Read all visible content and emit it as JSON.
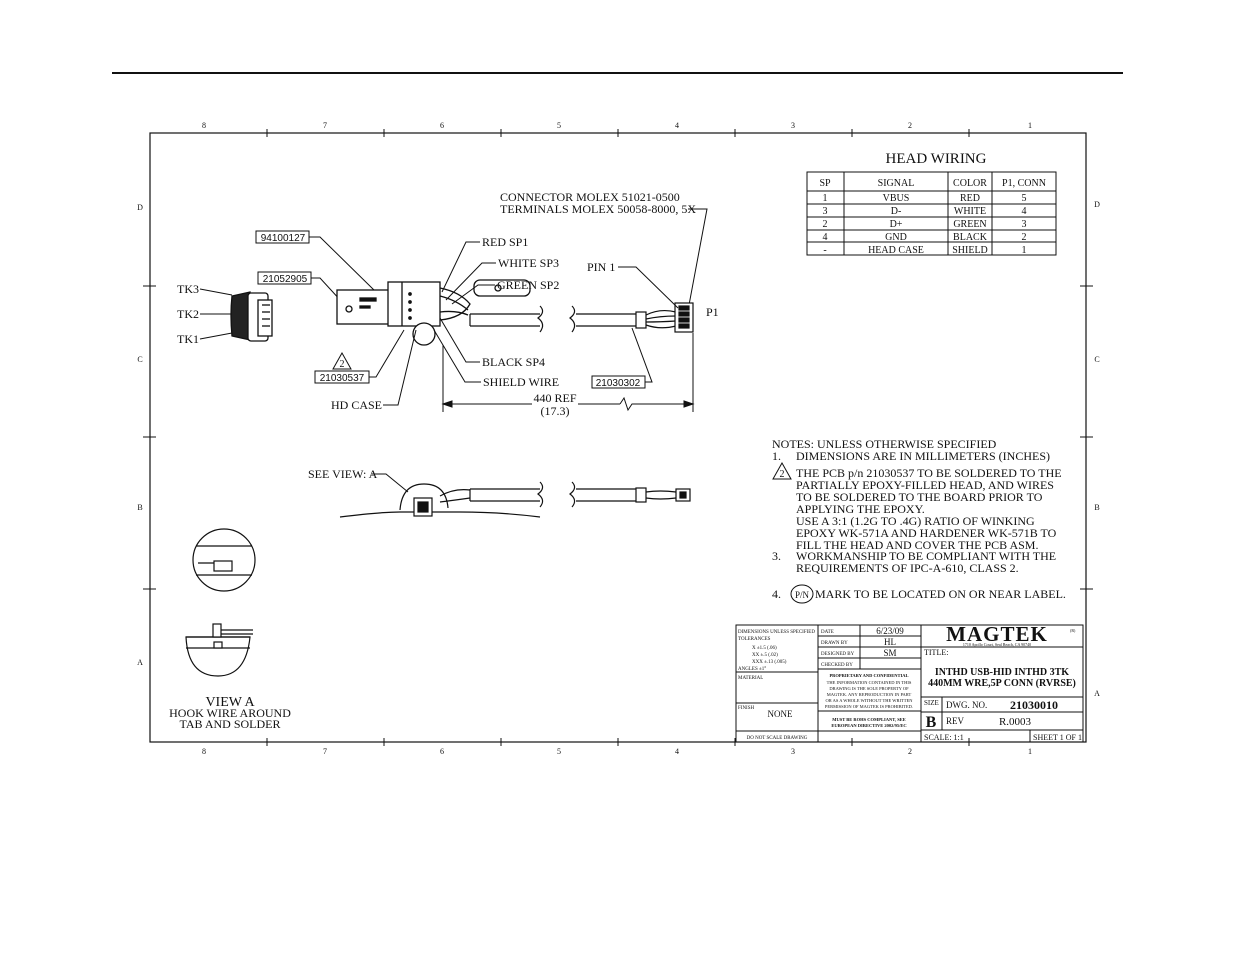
{
  "zones": {
    "top": [
      "8",
      "7",
      "6",
      "5",
      "4",
      "3",
      "2",
      "1"
    ],
    "bottom": [
      "8",
      "7",
      "6",
      "5",
      "4",
      "3",
      "2",
      "1"
    ],
    "left": [
      "D",
      "C",
      "B",
      "A"
    ],
    "right": [
      "D",
      "C",
      "B",
      "A"
    ]
  },
  "head_wiring": {
    "title": "HEAD WIRING",
    "columns": [
      "SP",
      "SIGNAL",
      "COLOR",
      "P1, CONN"
    ],
    "rows": [
      [
        "1",
        "VBUS",
        "RED",
        "5"
      ],
      [
        "3",
        "D-",
        "WHITE",
        "4"
      ],
      [
        "2",
        "D+",
        "GREEN",
        "3"
      ],
      [
        "4",
        "GND",
        "BLACK",
        "2"
      ],
      [
        "-",
        "HEAD CASE",
        "SHIELD",
        "1"
      ]
    ]
  },
  "callouts": {
    "connector_line1": "CONNECTOR MOLEX 51021-0500",
    "connector_line2": "TERMINALS MOLEX 50058-8000, 5X",
    "part_94100127": "94100127",
    "part_21052905": "21052905",
    "part_21030537": "21030537",
    "part_21030302": "21030302",
    "tk3": "TK3",
    "tk2": "TK2",
    "tk1": "TK1",
    "red_sp1": "RED SP1",
    "white_sp3": "WHITE SP3",
    "green_sp2": "GREEN SP2",
    "black_sp4": "BLACK SP4",
    "shield_wire": "SHIELD WIRE",
    "hd_case": "HD CASE",
    "pin1": "PIN 1",
    "p1": "P1",
    "dim_ref": "440 REF",
    "dim_inch": "(17.3)",
    "rev_triangle": "2",
    "see_view": "SEE VIEW: A"
  },
  "view_a": {
    "title": "VIEW A",
    "line1": "HOOK WIRE AROUND",
    "line2": "TAB AND SOLDER"
  },
  "notes": {
    "header": "NOTES: UNLESS OTHERWISE SPECIFIED",
    "n1_num": "1.",
    "n1": "DIMENSIONS ARE IN MILLIMETERS (INCHES)",
    "n2_tri": "2",
    "n2_l1": "THE PCB p/n 21030537 TO BE SOLDERED TO THE",
    "n2_l2": "PARTIALLY EPOXY-FILLED HEAD, AND WIRES",
    "n2_l3": "TO BE SOLDERED TO THE BOARD PRIOR TO",
    "n2_l4": "APPLYING THE EPOXY.",
    "n2_l5": "USE A 3:1 (1.2G TO .4G) RATIO OF WINKING",
    "n2_l6": "EPOXY WK-571A AND HARDENER WK-571B TO",
    "n2_l7": "FILL THE HEAD AND COVER THE PCB ASM.",
    "n3_num": "3.",
    "n3_l1": "WORKMANSHIP TO BE COMPLIANT WITH THE",
    "n3_l2": "REQUIREMENTS OF IPC-A-610, CLASS 2.",
    "n4_num": "4.",
    "n4_mark": "P/N",
    "n4": "MARK TO BE LOCATED ON OR NEAR LABEL."
  },
  "title_block": {
    "dim_label": "DIMENSIONS UNLESS SPECIFIED",
    "tolerances": "TOLERANCES",
    "tol_x": "X   ±1.5 (.06)",
    "tol_xx": "XX  ±.5 (.02)",
    "tol_xxx": "XXX ±.13 (.005)",
    "tol_angle": "ANGLES ±1°",
    "material": "MATERIAL",
    "finish": "FINISH",
    "finish_val": "NONE",
    "no_scale": "DO NOT SCALE DRAWING",
    "date_label": "DATE",
    "date_val": "6/23/09",
    "drawn_label": "DRAWN BY",
    "drawn_val": "HL",
    "designed_label": "DESIGNED BY",
    "designed_val": "SM",
    "checked_label": "CHECKED BY",
    "prop_title": "PROPRIETARY AND CONFIDENTIAL",
    "prop_l1": "THE INFORMATION CONTAINED IN THIS",
    "prop_l2": "DRAWING IS THE SOLE PROPERTY OF",
    "prop_l3": "MAGTEK.  ANY REPRODUCTION IN PART",
    "prop_l4": "OR AS A WHOLE WITHOUT THE WRITTEN",
    "prop_l5": "PERMISSION OF MAGTEK IS PROHIBITED.",
    "rohs_l1": "MUST BE ROHS COMPLIANT, SEE",
    "rohs_l2": "EUROPEAN DIRECTIVE 2002/95/EC",
    "company": "MAGTEK",
    "company_tm": "(R)",
    "address": "1710 Apollo Court, Seal Beach, CA 90740",
    "title_label": "TITLE:",
    "title_l1": "INTHD USB-HID INTHD 3TK",
    "title_l2": "440MM WRE,5P CONN (RVRSE)",
    "size_label": "SIZE",
    "size_val": "B",
    "dwg_label": "DWG. NO.",
    "dwg_val": "21030010",
    "rev_label": "REV",
    "rev_val": "R.0003",
    "scale": "SCALE: 1:1",
    "sheet": "SHEET 1 OF 1"
  }
}
